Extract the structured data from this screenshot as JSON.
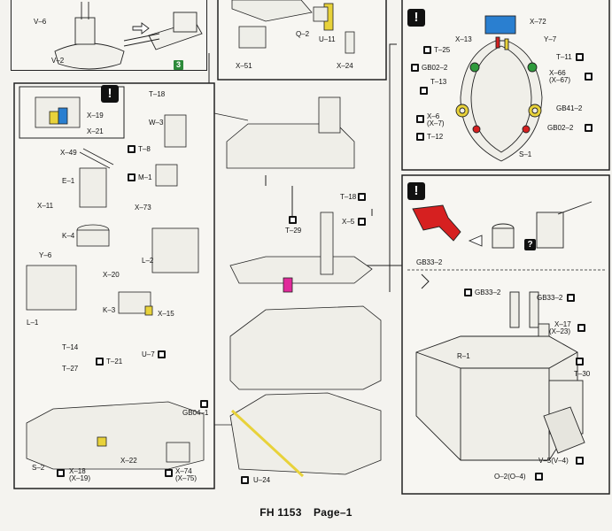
{
  "footer": {
    "code": "FH 1153",
    "page": "Page–1"
  },
  "colors": {
    "blue_part": "#2a7fd0",
    "yellow_part": "#e8d23a",
    "green_part": "#2e9b3c",
    "red_part": "#d62020",
    "magenta_part": "#e02a9a",
    "ink": "#111111"
  },
  "top_left": {
    "labels": [
      "V–6",
      "V–2"
    ],
    "step_badge": "3"
  },
  "top_mid": {
    "labels": [
      "Q–2",
      "U–11",
      "X–51",
      "X–24"
    ]
  },
  "top_right": {
    "warn": "!",
    "labels": [
      "X–72",
      "X–13",
      "Y–7",
      "T–25",
      "T–11",
      "GB02–2",
      "X–66",
      "(X–67)",
      "T–13",
      "GB41–2",
      "X–6",
      "(X–7)",
      "GB02–2",
      "T–12",
      "S–1"
    ]
  },
  "left_panel": {
    "warn": "!",
    "inset_labels": [
      "X–19",
      "X–21"
    ],
    "labels": [
      "T–18",
      "W–3",
      "T–8",
      "M–1",
      "X–49",
      "E–1",
      "X–11",
      "X–73",
      "K–4",
      "L–2",
      "Y–6",
      "X–20",
      "K–3",
      "X–15",
      "L–1",
      "T–14",
      "T–27",
      "T–21",
      "U–7",
      "GB04–1",
      "X–22",
      "S–2",
      "X–18",
      "(X–19)",
      "X–74",
      "(X–75)"
    ]
  },
  "center": {
    "labels": [
      "T–18",
      "X–5",
      "T–29",
      "U–24"
    ]
  },
  "right_panel": {
    "warn": "!",
    "question": "?",
    "labels": [
      "GB33–2",
      "GB33–2",
      "GB33–2",
      "X–17",
      "(X–23)",
      "R–1",
      "T–30",
      "V–5(V–4)",
      "O–2(O–4)"
    ]
  }
}
